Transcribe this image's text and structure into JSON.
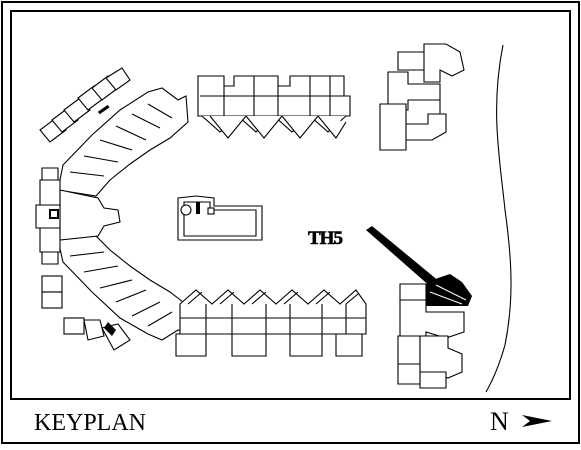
{
  "keyplan": {
    "title": "KEYPLAN",
    "unit_label": "TH5",
    "north_label": "N",
    "icons": {
      "north_arrow": "north-arrow-icon",
      "pointer": "pointer-arrow-icon"
    },
    "colors": {
      "line": "#000000",
      "highlight": "#000000",
      "background": "#ffffff"
    }
  }
}
